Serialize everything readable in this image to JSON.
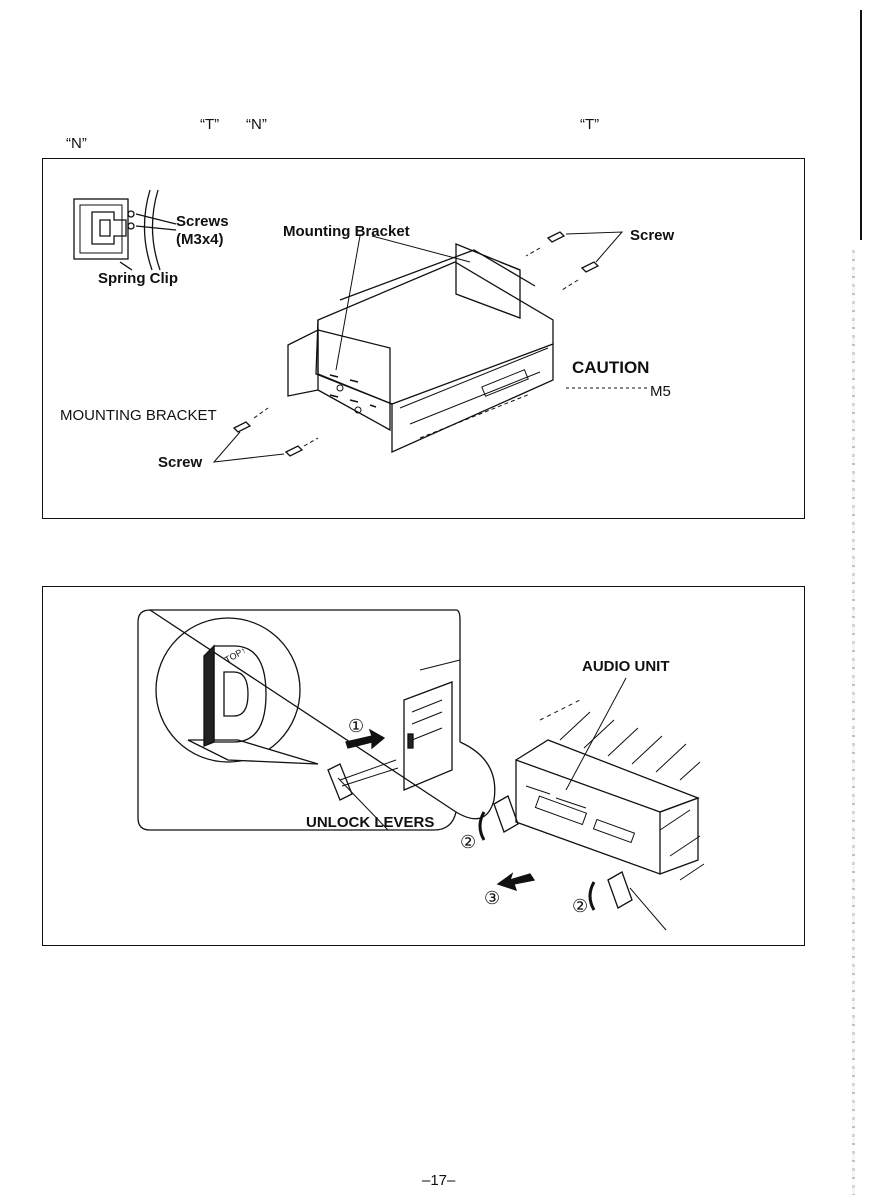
{
  "header": {
    "quote_t_1": "“T”",
    "quote_n_1": "“N”",
    "quote_t_2": "“T”",
    "quote_n_2": "“N”"
  },
  "figure1": {
    "screws_label": "Screws",
    "screws_spec": "(M3x4)",
    "spring_clip_label": "Spring Clip",
    "mounting_bracket_label": "Mounting Bracket",
    "screw_right_label": "Screw",
    "caution_label": "CAUTION",
    "m5_label": "M5",
    "mounting_bracket_caps": "MOUNTING BRACKET",
    "screw_bottom_label": "Screw"
  },
  "figure2": {
    "inset_tag": "TOP↑",
    "audio_unit_label": "AUDIO UNIT",
    "unlock_levers_label": "UNLOCK LEVERS",
    "step_1": "①",
    "step_2a": "②",
    "step_3": "③",
    "step_2b": "②"
  },
  "footer": {
    "page_number": "–17–"
  }
}
